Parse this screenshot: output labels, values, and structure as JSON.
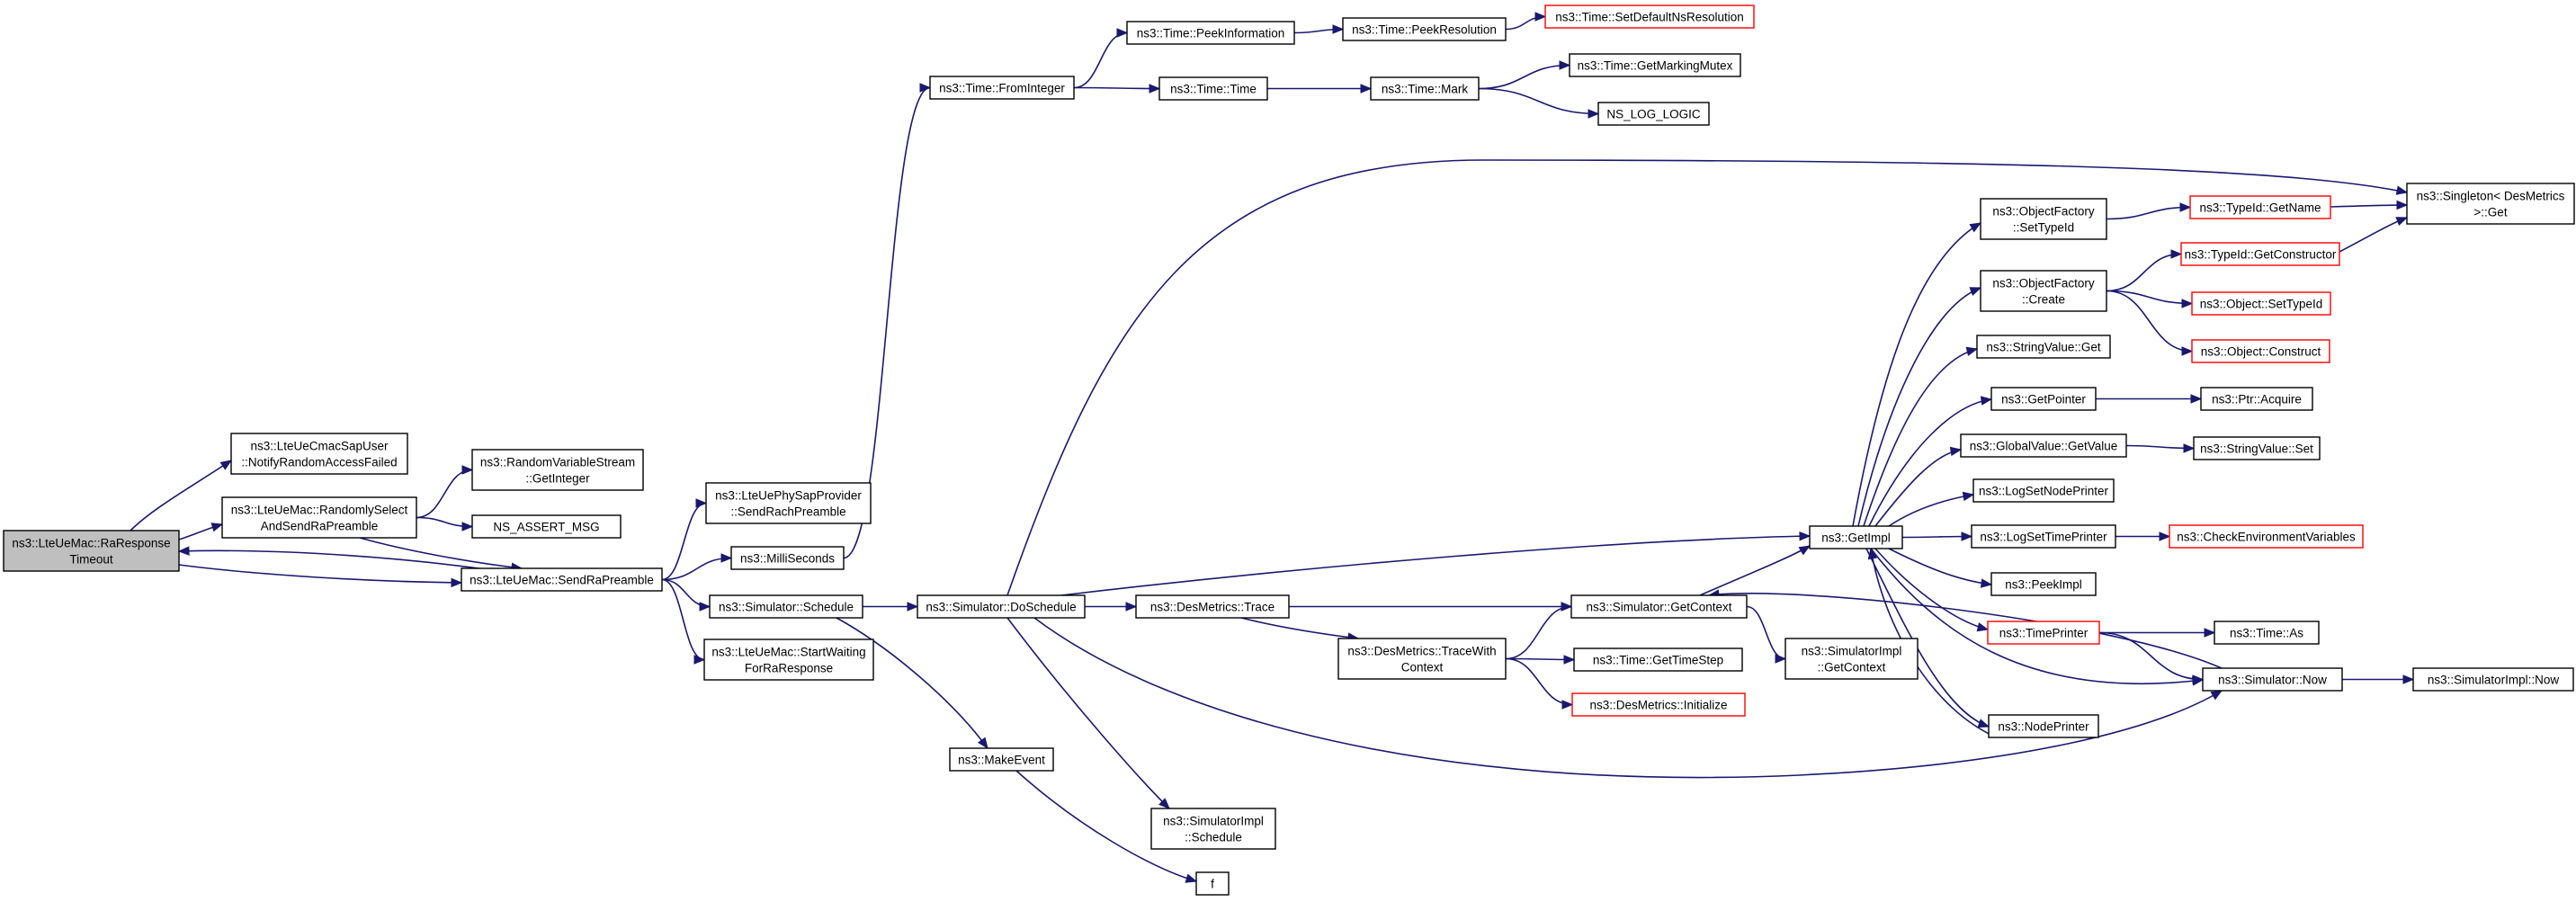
{
  "graph": {
    "colors": {
      "edge": "#191970",
      "border": "#000000",
      "border_red": "#ff0000",
      "root_fill": "#bfbfbf",
      "background": "#ffffff"
    },
    "nodes": [
      {
        "id": "raRespTimeout",
        "lines": [
          "ns3::LteUeMac::RaResponse",
          "Timeout"
        ],
        "style": "gray"
      },
      {
        "id": "notifyRaFailed",
        "lines": [
          "ns3::LteUeCmacSapUser",
          "::NotifyRandomAccessFailed"
        ]
      },
      {
        "id": "randSelect",
        "lines": [
          "ns3::LteUeMac::RandomlySelect",
          "AndSendRaPreamble"
        ]
      },
      {
        "id": "sendRaPreamble",
        "lines": [
          "ns3::LteUeMac::SendRaPreamble"
        ]
      },
      {
        "id": "rvsGetInteger",
        "lines": [
          "ns3::RandomVariableStream",
          "::GetInteger"
        ]
      },
      {
        "id": "nsAssertMsg",
        "lines": [
          "NS_ASSERT_MSG"
        ]
      },
      {
        "id": "sendRachPreamble",
        "lines": [
          "ns3::LteUePhySapProvider",
          "::SendRachPreamble"
        ]
      },
      {
        "id": "milliSeconds",
        "lines": [
          "ns3::MilliSeconds"
        ]
      },
      {
        "id": "simSchedule",
        "lines": [
          "ns3::Simulator::Schedule"
        ]
      },
      {
        "id": "startWaiting",
        "lines": [
          "ns3::LteUeMac::StartWaiting",
          "ForRaResponse"
        ]
      },
      {
        "id": "fromInteger",
        "lines": [
          "ns3::Time::FromInteger"
        ]
      },
      {
        "id": "peekInformation",
        "lines": [
          "ns3::Time::PeekInformation"
        ]
      },
      {
        "id": "peekResolution",
        "lines": [
          "ns3::Time::PeekResolution"
        ]
      },
      {
        "id": "setDefaultNsRes",
        "lines": [
          "ns3::Time::SetDefaultNsResolution"
        ],
        "style": "red"
      },
      {
        "id": "timeTime",
        "lines": [
          "ns3::Time::Time"
        ]
      },
      {
        "id": "timeMark",
        "lines": [
          "ns3::Time::Mark"
        ]
      },
      {
        "id": "getMarkingMutex",
        "lines": [
          "ns3::Time::GetMarkingMutex"
        ]
      },
      {
        "id": "nsLogLogic",
        "lines": [
          "NS_LOG_LOGIC"
        ]
      },
      {
        "id": "doSchedule",
        "lines": [
          "ns3::Simulator::DoSchedule"
        ]
      },
      {
        "id": "makeEvent",
        "lines": [
          "ns3::MakeEvent"
        ]
      },
      {
        "id": "simImplSchedule",
        "lines": [
          "ns3::SimulatorImpl",
          "::Schedule"
        ]
      },
      {
        "id": "fNode",
        "lines": [
          "f"
        ]
      },
      {
        "id": "desTrace",
        "lines": [
          "ns3::DesMetrics::Trace"
        ]
      },
      {
        "id": "traceWithContext",
        "lines": [
          "ns3::DesMetrics::TraceWith",
          "Context"
        ]
      },
      {
        "id": "getContext",
        "lines": [
          "ns3::Simulator::GetContext"
        ]
      },
      {
        "id": "getTimeStep",
        "lines": [
          "ns3::Time::GetTimeStep"
        ]
      },
      {
        "id": "desInitialize",
        "lines": [
          "ns3::DesMetrics::Initialize"
        ],
        "style": "red"
      },
      {
        "id": "simImplGetContext",
        "lines": [
          "ns3::SimulatorImpl",
          "::GetContext"
        ]
      },
      {
        "id": "getImpl",
        "lines": [
          "ns3::GetImpl"
        ]
      },
      {
        "id": "ofSetTypeId",
        "lines": [
          "ns3::ObjectFactory",
          "::SetTypeId"
        ]
      },
      {
        "id": "typeIdGetName",
        "lines": [
          "ns3::TypeId::GetName"
        ],
        "style": "red"
      },
      {
        "id": "singletonGet",
        "lines": [
          "ns3::Singleton< DesMetrics",
          ">::Get"
        ]
      },
      {
        "id": "ofCreate",
        "lines": [
          "ns3::ObjectFactory",
          "::Create"
        ]
      },
      {
        "id": "typeIdGetCtor",
        "lines": [
          "ns3::TypeId::GetConstructor"
        ],
        "style": "red"
      },
      {
        "id": "objSetTypeId",
        "lines": [
          "ns3::Object::SetTypeId"
        ],
        "style": "red"
      },
      {
        "id": "objConstruct",
        "lines": [
          "ns3::Object::Construct"
        ],
        "style": "red"
      },
      {
        "id": "stringValueGet",
        "lines": [
          "ns3::StringValue::Get"
        ]
      },
      {
        "id": "getPointer",
        "lines": [
          "ns3::GetPointer"
        ]
      },
      {
        "id": "ptrAcquire",
        "lines": [
          "ns3::Ptr::Acquire"
        ]
      },
      {
        "id": "gvGetValue",
        "lines": [
          "ns3::GlobalValue::GetValue"
        ]
      },
      {
        "id": "stringValueSet",
        "lines": [
          "ns3::StringValue::Set"
        ]
      },
      {
        "id": "logSetNodePrinter",
        "lines": [
          "ns3::LogSetNodePrinter"
        ]
      },
      {
        "id": "logSetTimePrinter",
        "lines": [
          "ns3::LogSetTimePrinter"
        ]
      },
      {
        "id": "checkEnvVars",
        "lines": [
          "ns3::CheckEnvironmentVariables"
        ],
        "style": "red"
      },
      {
        "id": "peekImpl",
        "lines": [
          "ns3::PeekImpl"
        ]
      },
      {
        "id": "timePrinter",
        "lines": [
          "ns3::TimePrinter"
        ],
        "style": "red"
      },
      {
        "id": "timeAs",
        "lines": [
          "ns3::Time::As"
        ]
      },
      {
        "id": "simNow",
        "lines": [
          "ns3::Simulator::Now"
        ]
      },
      {
        "id": "simImplNow",
        "lines": [
          "ns3::SimulatorImpl::Now"
        ]
      },
      {
        "id": "nodePrinter",
        "lines": [
          "ns3::NodePrinter"
        ]
      }
    ],
    "edges": [
      [
        "raRespTimeout",
        "notifyRaFailed"
      ],
      [
        "raRespTimeout",
        "randSelect"
      ],
      [
        "raRespTimeout",
        "sendRaPreamble"
      ],
      [
        "randSelect",
        "rvsGetInteger"
      ],
      [
        "randSelect",
        "nsAssertMsg"
      ],
      [
        "randSelect",
        "sendRaPreamble"
      ],
      [
        "sendRaPreamble",
        "raRespTimeout"
      ],
      [
        "sendRaPreamble",
        "sendRachPreamble"
      ],
      [
        "sendRaPreamble",
        "milliSeconds"
      ],
      [
        "sendRaPreamble",
        "simSchedule"
      ],
      [
        "sendRaPreamble",
        "startWaiting"
      ],
      [
        "milliSeconds",
        "fromInteger"
      ],
      [
        "fromInteger",
        "peekInformation"
      ],
      [
        "fromInteger",
        "timeTime"
      ],
      [
        "peekInformation",
        "peekResolution"
      ],
      [
        "peekResolution",
        "setDefaultNsRes"
      ],
      [
        "timeTime",
        "timeMark"
      ],
      [
        "timeMark",
        "getMarkingMutex"
      ],
      [
        "timeMark",
        "nsLogLogic"
      ],
      [
        "simSchedule",
        "doSchedule"
      ],
      [
        "simSchedule",
        "makeEvent"
      ],
      [
        "doSchedule",
        "singletonGet"
      ],
      [
        "doSchedule",
        "getImpl"
      ],
      [
        "doSchedule",
        "desTrace"
      ],
      [
        "doSchedule",
        "simImplSchedule"
      ],
      [
        "doSchedule",
        "simNow"
      ],
      [
        "makeEvent",
        "fNode"
      ],
      [
        "desTrace",
        "getContext"
      ],
      [
        "desTrace",
        "traceWithContext"
      ],
      [
        "traceWithContext",
        "getContext"
      ],
      [
        "traceWithContext",
        "getTimeStep"
      ],
      [
        "traceWithContext",
        "desInitialize"
      ],
      [
        "getContext",
        "getImpl"
      ],
      [
        "getContext",
        "simImplGetContext"
      ],
      [
        "getImpl",
        "ofSetTypeId"
      ],
      [
        "getImpl",
        "ofCreate"
      ],
      [
        "getImpl",
        "stringValueGet"
      ],
      [
        "getImpl",
        "getPointer"
      ],
      [
        "getImpl",
        "gvGetValue"
      ],
      [
        "getImpl",
        "logSetNodePrinter"
      ],
      [
        "getImpl",
        "logSetTimePrinter"
      ],
      [
        "getImpl",
        "peekImpl"
      ],
      [
        "getImpl",
        "timePrinter"
      ],
      [
        "getImpl",
        "simNow"
      ],
      [
        "getImpl",
        "nodePrinter"
      ],
      [
        "ofSetTypeId",
        "typeIdGetName"
      ],
      [
        "typeIdGetName",
        "singletonGet"
      ],
      [
        "ofCreate",
        "typeIdGetCtor"
      ],
      [
        "ofCreate",
        "objSetTypeId"
      ],
      [
        "ofCreate",
        "objConstruct"
      ],
      [
        "typeIdGetCtor",
        "singletonGet"
      ],
      [
        "getPointer",
        "ptrAcquire"
      ],
      [
        "gvGetValue",
        "stringValueSet"
      ],
      [
        "logSetTimePrinter",
        "checkEnvVars"
      ],
      [
        "timePrinter",
        "timeAs"
      ],
      [
        "timePrinter",
        "simNow"
      ],
      [
        "simNow",
        "getContext"
      ],
      [
        "simNow",
        "simImplNow"
      ],
      [
        "nodePrinter",
        "getImpl"
      ]
    ]
  }
}
